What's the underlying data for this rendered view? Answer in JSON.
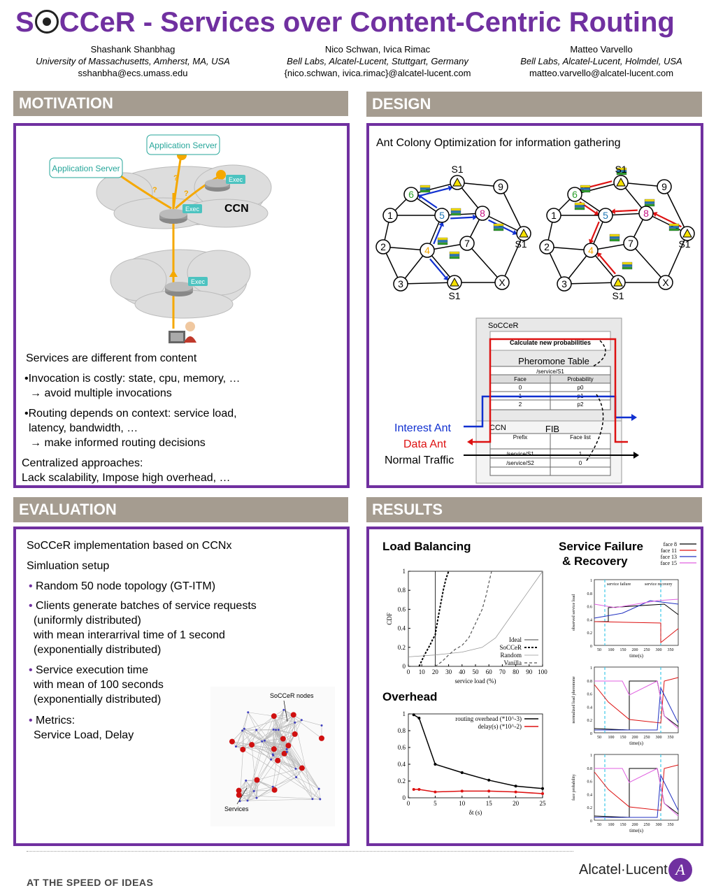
{
  "title": {
    "prefix": "S",
    "rest": "CCeR - Services over Content-Centric Routing"
  },
  "authors": [
    {
      "name": "Shashank Shanbhag",
      "affiliation": "University of Massachusetts, Amherst, MA, USA",
      "email": "sshanbha@ecs.umass.edu"
    },
    {
      "name": "Nico Schwan, Ivica Rimac",
      "affiliation": "Bell Labs, Alcatel-Lucent, Stuttgart, Germany",
      "email": "{nico.schwan, ivica.rimac}@alcatel-lucent.com"
    },
    {
      "name": "Matteo Varvello",
      "affiliation": "Bell Labs, Alcatel-Lucent, Holmdel, USA",
      "email": "matteo.varvello@alcatel-lucent.com"
    }
  ],
  "sections": {
    "motivation": "MOTIVATION",
    "design": "DESIGN",
    "evaluation": "EVALUATION",
    "results": "RESULTS"
  },
  "motivation": {
    "diagram": {
      "app_server": "Application Server",
      "exec": "Exec",
      "ccn": "CCN",
      "question": "?"
    },
    "lines": [
      "Services are different from content",
      "•Invocation is costly: state, cpu, memory, …",
      "→ avoid multiple invocations",
      "•Routing depends on context: service load,",
      "latency, bandwidth, …",
      "→ make informed routing decisions",
      "Centralized approaches:",
      "Lack scalability, Impose high overhead, …"
    ]
  },
  "design": {
    "heading": "Ant Colony Optimization for information gathering",
    "s1": "S1",
    "soccer_label": "SoCCeR",
    "calc": "Calculate new probabilities",
    "pheromone_title": "Pheromone Table",
    "pheromone_service": "/service/S1",
    "pheromone_cols": [
      "Face",
      "Probability"
    ],
    "pheromone_rows": [
      [
        "0",
        "p0"
      ],
      [
        "1",
        "p1"
      ],
      [
        "2",
        "p2"
      ]
    ],
    "ccn_label": "CCN",
    "fib_title": "FIB",
    "fib_cols": [
      "Prefix",
      "Face list"
    ],
    "fib_rows": [
      [
        "/service/S1",
        "1"
      ],
      [
        "/service/S2",
        "0"
      ]
    ],
    "legend": {
      "interest": "Interest Ant",
      "data": "Data Ant",
      "normal": "Normal Traffic"
    }
  },
  "evaluation": {
    "lines": [
      "SoCCeR implementation based on CCNx",
      "Simluation setup",
      "Random 50 node topology (GT-ITM)",
      "Clients generate batches of service requests",
      "(uniformly distributed)",
      "with mean interarrival time of 1 second",
      "(exponentially distributed)",
      "Service execution time",
      "with mean of 100 seconds",
      "(exponentially distributed)",
      "Metrics:",
      "Service Load, Delay"
    ],
    "topology": {
      "soccer_nodes": "SoCCeR nodes",
      "services": "Services"
    }
  },
  "results": {
    "load_balancing": "Load Balancing",
    "overhead": "Overhead",
    "failure_title_1": "Service Failure",
    "failure_title_2": "& Recovery",
    "face_legend": [
      "face 8",
      "face 11",
      "face 13",
      "face 15"
    ],
    "failure_labels": {
      "failure": "service failure",
      "recovery": "service recovery"
    },
    "failure_ylabels": [
      "observed service load",
      "normalized load pheromone",
      "face probability"
    ],
    "time_label": "time(s)"
  },
  "chart_data": [
    {
      "type": "line",
      "title": "Load Balancing",
      "xlabel": "service load (%)",
      "ylabel": "CDF",
      "xlim": [
        0,
        100
      ],
      "ylim": [
        0,
        1
      ],
      "xticks": [
        0,
        10,
        20,
        30,
        40,
        50,
        60,
        70,
        80,
        90,
        100
      ],
      "yticks": [
        0,
        0.2,
        0.4,
        0.6,
        0.8,
        1
      ],
      "series": [
        {
          "name": "Ideal",
          "x": [
            20,
            20
          ],
          "y": [
            0,
            1
          ]
        },
        {
          "name": "SoCCeR",
          "x": [
            8,
            12,
            16,
            18,
            20,
            22,
            24,
            26,
            28,
            30
          ],
          "y": [
            0,
            0.12,
            0.22,
            0.28,
            0.33,
            0.5,
            0.65,
            0.8,
            0.92,
            1.0
          ]
        },
        {
          "name": "Random",
          "x": [
            0,
            20,
            40,
            55,
            65,
            70,
            75,
            80,
            85,
            90,
            95,
            100
          ],
          "y": [
            0.1,
            0.12,
            0.15,
            0.2,
            0.3,
            0.4,
            0.5,
            0.6,
            0.7,
            0.8,
            0.9,
            1.0
          ]
        },
        {
          "name": "Vanilla",
          "x": [
            20,
            25,
            30,
            35,
            40,
            45,
            50,
            55,
            58,
            60,
            62
          ],
          "y": [
            0,
            0.05,
            0.12,
            0.18,
            0.22,
            0.3,
            0.45,
            0.6,
            0.75,
            0.88,
            1.0
          ]
        }
      ]
    },
    {
      "type": "line",
      "title": "Overhead",
      "xlabel": "δt (s)",
      "ylabel": "",
      "xlim": [
        0,
        25
      ],
      "ylim": [
        0,
        1
      ],
      "xticks": [
        0,
        5,
        10,
        15,
        20,
        25
      ],
      "yticks": [
        0,
        0.2,
        0.4,
        0.6,
        0.8,
        1
      ],
      "series": [
        {
          "name": "routing overhead (*10^-3)",
          "x": [
            1,
            2,
            5,
            10,
            15,
            20,
            25
          ],
          "y": [
            0.99,
            0.95,
            0.4,
            0.3,
            0.21,
            0.14,
            0.11
          ]
        },
        {
          "name": "delay(s) (*10^-2)",
          "x": [
            1,
            2,
            5,
            10,
            15,
            20,
            25
          ],
          "y": [
            0.1,
            0.1,
            0.07,
            0.08,
            0.08,
            0.07,
            0.05
          ]
        }
      ]
    }
  ]
}
